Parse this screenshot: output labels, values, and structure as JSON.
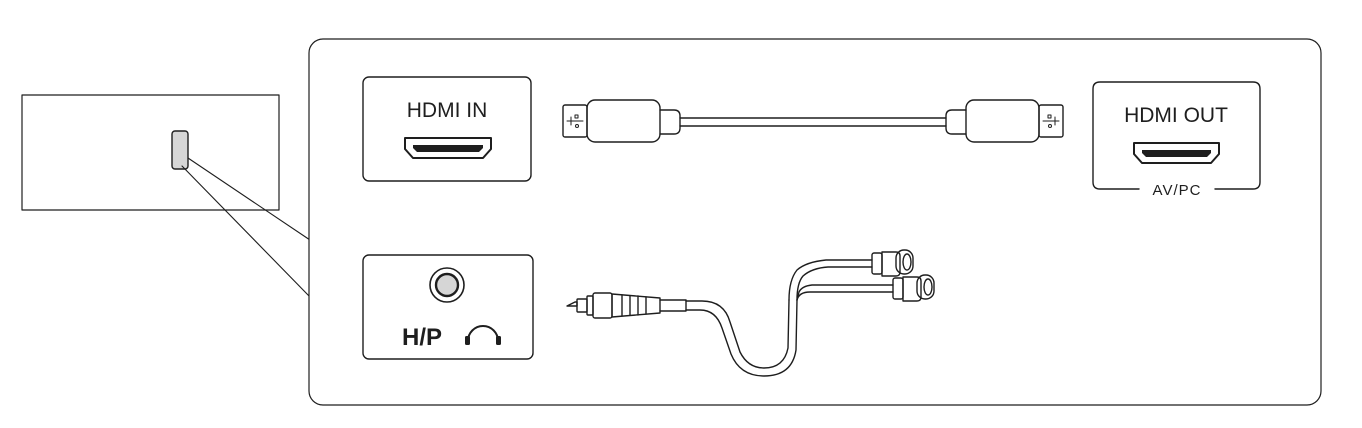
{
  "ports": {
    "hdmi_in": {
      "label": "HDMI IN"
    },
    "hdmi_out": {
      "label": "HDMI OUT",
      "sublabel": "AV/PC"
    },
    "headphone": {
      "label": "H/P"
    }
  },
  "icons": {
    "hdmi_socket": "hdmi-port-icon",
    "headphone": "headphones-icon",
    "audio_jack": "audio-jack-icon",
    "usb_symbol": "usb-icon"
  },
  "colors": {
    "line": "#1e1e1e",
    "port_fill": "#d6d6d6",
    "background": "#ffffff"
  }
}
